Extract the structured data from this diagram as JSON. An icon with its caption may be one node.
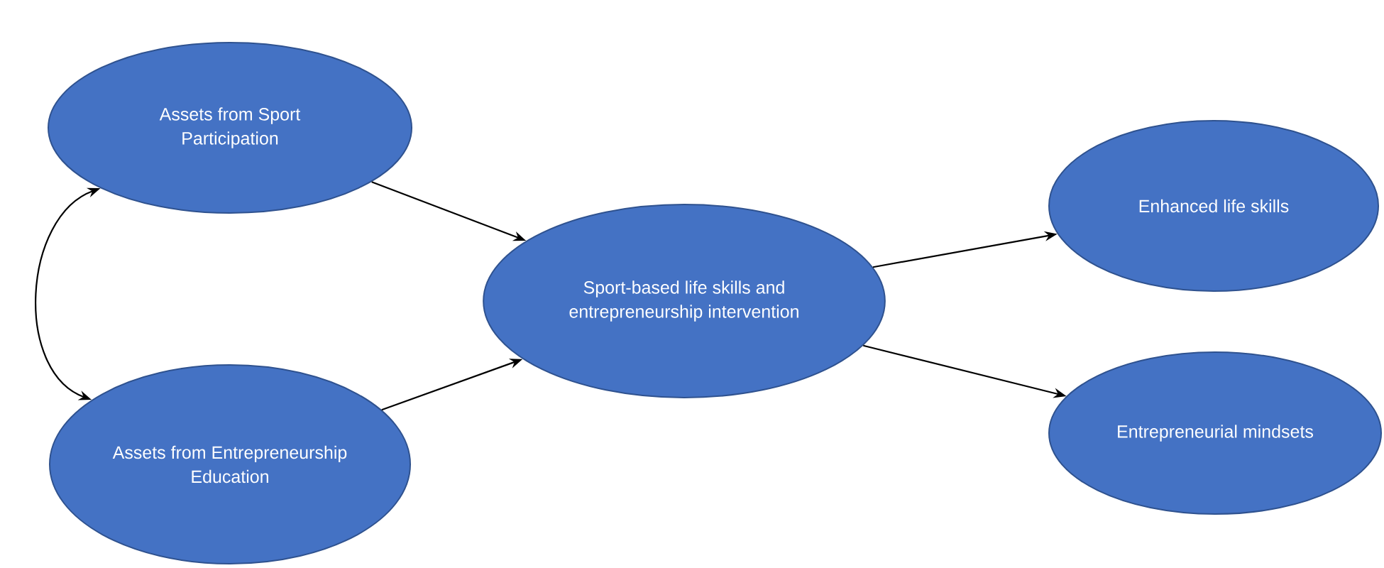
{
  "diagram": {
    "nodes": [
      {
        "text": [
          "Assets from Sport Participation"
        ]
      },
      {
        "text": [
          "Assets from Entrepreneurship Education"
        ]
      },
      {
        "text": [
          "Sport-based life skills and entrepreneurship intervention"
        ]
      },
      {
        "text": [
          "Enhanced life skills"
        ]
      },
      {
        "text": [
          "Entrepreneurial mindsets"
        ]
      }
    ],
    "edges": [
      {
        "from": 0,
        "to": 1,
        "arrow": "both"
      },
      {
        "from": 0,
        "to": 2,
        "arrow": "to"
      },
      {
        "from": 1,
        "to": 2,
        "arrow": "to"
      },
      {
        "from": 2,
        "to": 3,
        "arrow": "to"
      },
      {
        "from": 2,
        "to": 4,
        "arrow": "to"
      }
    ]
  }
}
